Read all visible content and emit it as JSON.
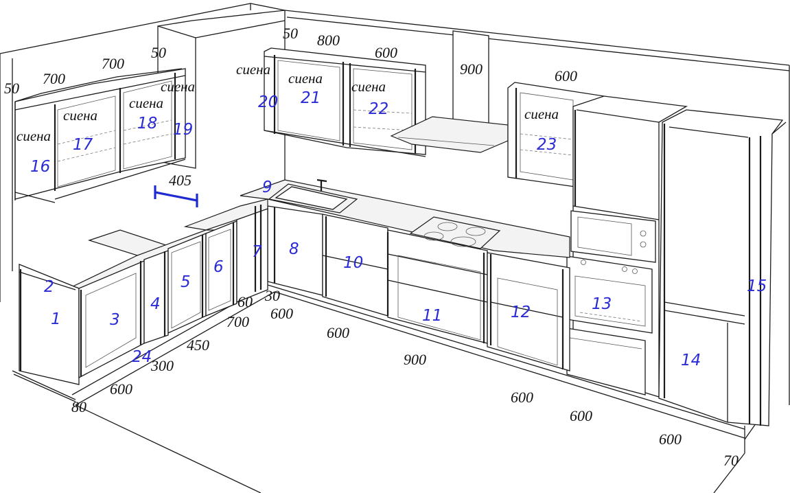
{
  "dimensions": [
    {
      "id": "d50a",
      "text": "50"
    },
    {
      "id": "d700a",
      "text": "700"
    },
    {
      "id": "d700b",
      "text": "700"
    },
    {
      "id": "d50b",
      "text": "50"
    },
    {
      "id": "d50c",
      "text": "50"
    },
    {
      "id": "d800",
      "text": "800"
    },
    {
      "id": "d600a",
      "text": "600"
    },
    {
      "id": "d900a",
      "text": "900"
    },
    {
      "id": "d600b",
      "text": "600"
    },
    {
      "id": "d405",
      "text": "405"
    },
    {
      "id": "d60",
      "text": "60"
    },
    {
      "id": "d30",
      "text": "30"
    },
    {
      "id": "d700c",
      "text": "700"
    },
    {
      "id": "d600c",
      "text": "600"
    },
    {
      "id": "d600d",
      "text": "600"
    },
    {
      "id": "d450",
      "text": "450"
    },
    {
      "id": "d300",
      "text": "300"
    },
    {
      "id": "d600e",
      "text": "600"
    },
    {
      "id": "d80",
      "text": "80"
    },
    {
      "id": "d900b",
      "text": "900"
    },
    {
      "id": "d600f",
      "text": "600"
    },
    {
      "id": "d600g",
      "text": "600"
    },
    {
      "id": "d600h",
      "text": "600"
    },
    {
      "id": "d70",
      "text": "70"
    }
  ],
  "materials": [
    {
      "id": "m1",
      "text": "сиена"
    },
    {
      "id": "m2",
      "text": "сиена"
    },
    {
      "id": "m3",
      "text": "сиена"
    },
    {
      "id": "m4",
      "text": "сиена"
    },
    {
      "id": "m5",
      "text": "сиена"
    },
    {
      "id": "m6",
      "text": "сиена"
    },
    {
      "id": "m7",
      "text": "сиена"
    },
    {
      "id": "m8",
      "text": "сиена"
    }
  ],
  "modules": [
    {
      "id": "n1",
      "text": "1"
    },
    {
      "id": "n2",
      "text": "2"
    },
    {
      "id": "n3",
      "text": "3"
    },
    {
      "id": "n4",
      "text": "4"
    },
    {
      "id": "n5",
      "text": "5"
    },
    {
      "id": "n6",
      "text": "6"
    },
    {
      "id": "n7",
      "text": "7"
    },
    {
      "id": "n8",
      "text": "8"
    },
    {
      "id": "n9",
      "text": "9"
    },
    {
      "id": "n10",
      "text": "10"
    },
    {
      "id": "n11",
      "text": "11"
    },
    {
      "id": "n12",
      "text": "12"
    },
    {
      "id": "n13",
      "text": "13"
    },
    {
      "id": "n14",
      "text": "14"
    },
    {
      "id": "n15",
      "text": "15"
    },
    {
      "id": "n16",
      "text": "16"
    },
    {
      "id": "n17",
      "text": "17"
    },
    {
      "id": "n18",
      "text": "18"
    },
    {
      "id": "n19",
      "text": "19"
    },
    {
      "id": "n20",
      "text": "20"
    },
    {
      "id": "n21",
      "text": "21"
    },
    {
      "id": "n22",
      "text": "22"
    },
    {
      "id": "n23",
      "text": "23"
    },
    {
      "id": "n24",
      "text": "24"
    }
  ],
  "colors": {
    "lines": "#1a1a1a",
    "annotations": "#2b2bd6",
    "background": "#ffffff"
  }
}
